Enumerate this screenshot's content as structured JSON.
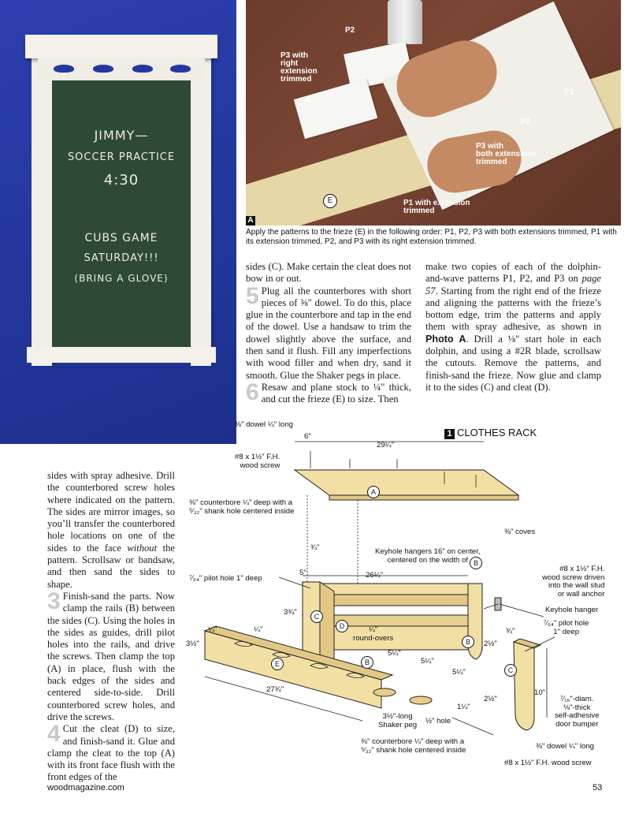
{
  "hero_photo": {
    "chalkboard_lines": [
      "JIMMY—",
      "SOCCER PRACTICE",
      "4:30",
      "CUBS GAME",
      "SATURDAY!!!",
      "(BRING A GLOVE)"
    ]
  },
  "photo_a": {
    "tag": "A",
    "labels": {
      "p2_top": "P2",
      "p3_right": "P3 with\nright\nextension\ntrimmed",
      "p1": "P1",
      "p2_mid": "P2",
      "p3_both": "P3 with\nboth extensions\ntrimmed",
      "p1_ext": "P1 with extension\ntrimmed",
      "e": "E"
    },
    "caption": "Apply the patterns to the frieze (E) in the following order: P1, P2, P3 with both extensions trimmed, P1 with its extension trimmed, P2, and P3 with its right extension trimmed."
  },
  "body": {
    "left_col": {
      "intro": "sides with spray adhesive. Drill the counterbored screw holes where indicated on the pattern. The sides are mirror images, so you’ll transfer the counterbored hole locations on one of the sides to the face",
      "intro_em": "without",
      "intro_end": "the pattern. Scrollsaw or bandsaw, and then sand the sides to shape.",
      "step3_num": "3",
      "step3": "Finish-sand the parts. Now clamp the rails (B) between the sides (C). Using the holes in the sides as guides, drill pilot holes into the rails, and drive the screws. Then clamp the top (A) in place, flush with the back edges of the sides and centered side-to-side. Drill counterbored screw holes, and drive the screws.",
      "step4_num": "4",
      "step4": "Cut the cleat (D) to size, and finish-sand it. Glue and clamp the cleat to the top (A) with its front face flush with the front edges of the"
    },
    "mid_col": {
      "intro": "sides (C). Make certain the cleat does not bow in or out.",
      "step5_num": "5",
      "step5": "Plug all the counterbores with short pieces of ⅜\" dowel. To do this, place glue in the counterbore and tap in the end of the dowel. Use a handsaw to trim the dowel slightly above the surface, and then sand it flush. Fill any imperfections with wood filler and when dry, sand it smooth. Glue the Shaker pegs in place.",
      "step6_num": "6",
      "step6": "Resaw and plane stock to ¼\" thick, and cut the frieze (E) to size. Then"
    },
    "right_col": {
      "text1": "make two copies of each of the dolphin-and-wave patterns P1, P2, and P3 on",
      "page_ref": "page 57",
      "text2": ". Starting from the right end of the frieze and aligning the patterns with the frieze’s bottom edge, trim the patterns and apply them with spray adhesive, as shown in",
      "photo_ref": "Photo A",
      "text3": ". Drill a ⅛\" start hole in each dolphin, and using a #2R blade, scrollsaw the cutouts. Remove the patterns, and finish-sand the frieze. Now glue and clamp it to the sides (C) and cleat (D)."
    }
  },
  "drawing": {
    "figure_num": "1",
    "title": "CLOTHES RACK",
    "labels": {
      "dowel_top": "⅜\" dowel ¼\" long",
      "six": "6\"",
      "w29": "29¼\"",
      "screw_top": "#8 x 1½\" F.H.\nwood screw",
      "counterbore_top": "⅜\" counterbore ¼\" deep with a\n⁵⁄₃₂\" shank hole centered inside",
      "coves": "⅜\" coves",
      "a": "A",
      "three_quarter_top": "¾\"",
      "keyhole_note": "Keyhole hangers 16\" on center,\ncentered on the width of",
      "b_circ": "B",
      "pilot_left": "⁷⁄₆₄\" pilot hole 1\" deep",
      "five": "5\"",
      "w26": "26¼\"",
      "screw_right": "#8 x 1½\" F.H.\nwood screw driven\ninto the wall stud\nor wall anchor",
      "keyhole_hanger": "Keyhole hanger",
      "pilot_right": "⁷⁄₆₄\" pilot hole\n1\" deep",
      "h334": "3¾\"",
      "c1": "C",
      "d": "D",
      "quarter1": "¼\"",
      "roundovers": "¼\"\nround-overs",
      "b1": "B",
      "two_half_1": "2½\"",
      "three_quarter_r": "¾\"",
      "three_half": "3½\"",
      "quarter2": "¼\"",
      "e": "E",
      "b2": "B",
      "five_q_1": "5¼\"",
      "five_q_2": "5¼\"",
      "five_q_3": "5¼\"",
      "c2": "C",
      "w2734": "27¾\"",
      "two_half_2": "2½\"",
      "one_q": "1¼\"",
      "ten": "10\"",
      "bumper": "⁷⁄₁₆\"-diam.\n⅛\"-thick\nself-adhesive\ndoor bumper",
      "shaker_peg": "3½\"-long\nShaker peg",
      "half_hole": "½\" hole",
      "counterbore_bottom": "⅜\" counterbore ¼\" deep with a\n⁵⁄₃₂\" shank hole centered inside",
      "dowel_right": "⅜\" dowel ¼\" long",
      "screw_bottom": "#8 x 1½\" F.H. wood screw"
    }
  },
  "footer": {
    "site": "woodmagazine.com",
    "page": "53"
  }
}
